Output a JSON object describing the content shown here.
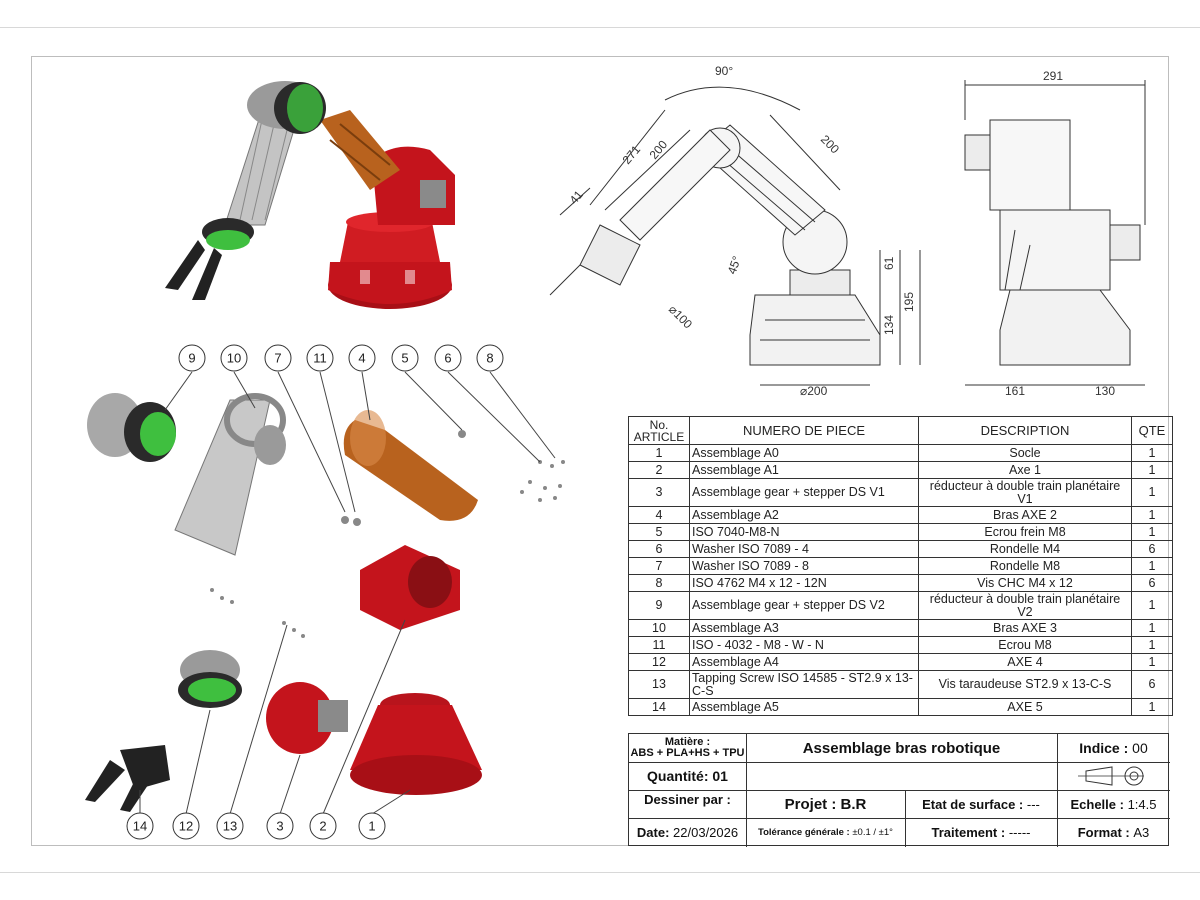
{
  "views": {
    "iso_dims": {
      "angle_top": "90°",
      "arm_upper": "200",
      "arm_total": "271",
      "arm_lower": "200",
      "offset": "41",
      "angle_low": "45°",
      "diam_tool": "⌀100",
      "h1": "61",
      "h2": "134",
      "h3": "195",
      "diam_base": "⌀200"
    },
    "side_dims": {
      "width": "291",
      "left": "161",
      "right": "130"
    }
  },
  "balloons": [
    "9",
    "10",
    "7",
    "11",
    "4",
    "5",
    "6",
    "8",
    "14",
    "12",
    "13",
    "3",
    "2",
    "1"
  ],
  "bom": {
    "headers": [
      "No. ARTICLE",
      "NUMERO DE PIECE",
      "DESCRIPTION",
      "QTE"
    ],
    "rows": [
      {
        "no": "1",
        "part": "Assemblage A0",
        "desc": "Socle",
        "qty": "1"
      },
      {
        "no": "2",
        "part": "Assemblage A1",
        "desc": "Axe 1",
        "qty": "1"
      },
      {
        "no": "3",
        "part": "Assemblage gear + stepper DS V1",
        "desc": "réducteur à double train planétaire V1",
        "qty": "1"
      },
      {
        "no": "4",
        "part": "Assemblage A2",
        "desc": "Bras AXE 2",
        "qty": "1"
      },
      {
        "no": "5",
        "part": "ISO 7040-M8-N",
        "desc": "Ecrou frein M8",
        "qty": "1"
      },
      {
        "no": "6",
        "part": "Washer ISO 7089 - 4",
        "desc": "Rondelle M4",
        "qty": "6"
      },
      {
        "no": "7",
        "part": "Washer ISO 7089 - 8",
        "desc": "Rondelle M8",
        "qty": "1"
      },
      {
        "no": "8",
        "part": "ISO 4762 M4 x 12 - 12N",
        "desc": "Vis CHC M4 x 12",
        "qty": "6"
      },
      {
        "no": "9",
        "part": "Assemblage gear + stepper DS V2",
        "desc": "réducteur à double train planétaire V2",
        "qty": "1"
      },
      {
        "no": "10",
        "part": "Assemblage A3",
        "desc": "Bras AXE 3",
        "qty": "1"
      },
      {
        "no": "11",
        "part": "ISO - 4032 - M8 - W - N",
        "desc": "Ecrou M8",
        "qty": "1"
      },
      {
        "no": "12",
        "part": "Assemblage A4",
        "desc": "AXE 4",
        "qty": "1"
      },
      {
        "no": "13",
        "part": "Tapping Screw ISO 14585 - ST2.9 x 13-C-S",
        "desc": "Vis taraudeuse ST2.9 x 13-C-S",
        "qty": "6"
      },
      {
        "no": "14",
        "part": "Assemblage A5",
        "desc": "AXE 5",
        "qty": "1"
      }
    ]
  },
  "title_block": {
    "matiere_label": "Matière :",
    "matiere_value": "ABS + PLA+HS + TPU",
    "title": "Assemblage bras robotique",
    "indice_label": "Indice :",
    "indice_value": "00",
    "quantite": "Quantité: 01",
    "dessiner_label": "Dessiner par :",
    "projet": "Projet : B.R",
    "etat_label": "Etat de surface :",
    "etat_value": "---",
    "echelle_label": "Echelle :",
    "echelle_value": "1:4.5",
    "date_label": "Date:",
    "date_value": "22/03/2026",
    "tolerance_label": "Tolérance générale :",
    "tolerance_value": "±0.1 / ±1°",
    "traitement_label": "Traitement :",
    "traitement_value": "-----",
    "format_label": "Format :",
    "format_value": "A3"
  },
  "colors": {
    "red": "#c4141c",
    "orange": "#b8621e",
    "grey": "#b9b9b9",
    "green": "#3fbf3f",
    "line": "#333333"
  }
}
